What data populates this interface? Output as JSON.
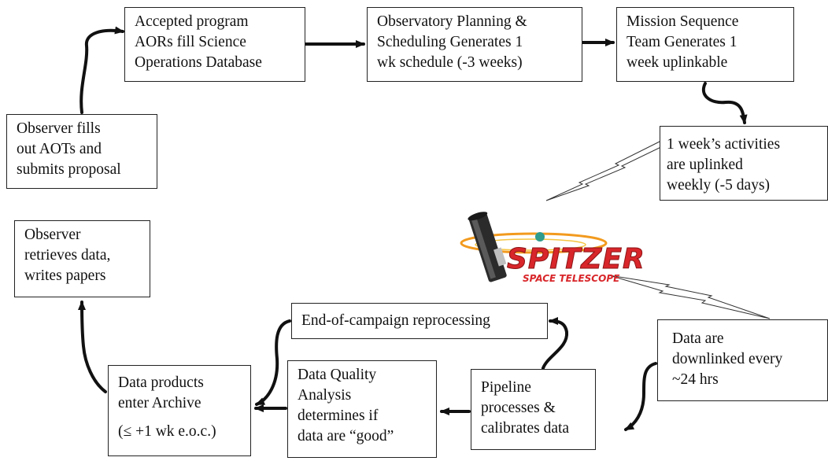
{
  "nodes": {
    "observer_fills": [
      "Observer fills",
      "out AOTs and",
      "submits proposal"
    ],
    "accepted_program": [
      "Accepted program",
      "AORs fill Science",
      "Operations Database"
    ],
    "planning": [
      "Observatory Planning &",
      "Scheduling Generates 1",
      "wk schedule (-3 weeks)"
    ],
    "mission_sequence": [
      "Mission Sequence",
      "Team  Generates 1",
      "week uplinkable"
    ],
    "uplinked": [
      "1 week’s activities",
      "are uplinked",
      "weekly (-5 days)"
    ],
    "downlinked": [
      "Data are",
      "downlinked every",
      "~24 hrs"
    ],
    "pipeline": [
      "Pipeline",
      "processes &",
      "calibrates data"
    ],
    "reprocessing": [
      "End-of-campaign reprocessing"
    ],
    "data_quality": [
      "Data Quality",
      "Analysis",
      "determines if",
      "data are “good”"
    ],
    "data_products": [
      "Data products",
      "enter Archive",
      "(≤ +1 wk e.o.c.)"
    ],
    "retrieves": [
      "Observer",
      "retrieves data,",
      "writes papers"
    ]
  },
  "logo": {
    "name": "SPITZER",
    "subtitle": "SPACE TELESCOPE",
    "colors": {
      "red": "#d8262a",
      "orange": "#f29a1e",
      "dark": "#2b2b2b",
      "teal": "#2f9c8c"
    }
  },
  "colors": {
    "line": "#111111",
    "box_border": "#222222"
  }
}
